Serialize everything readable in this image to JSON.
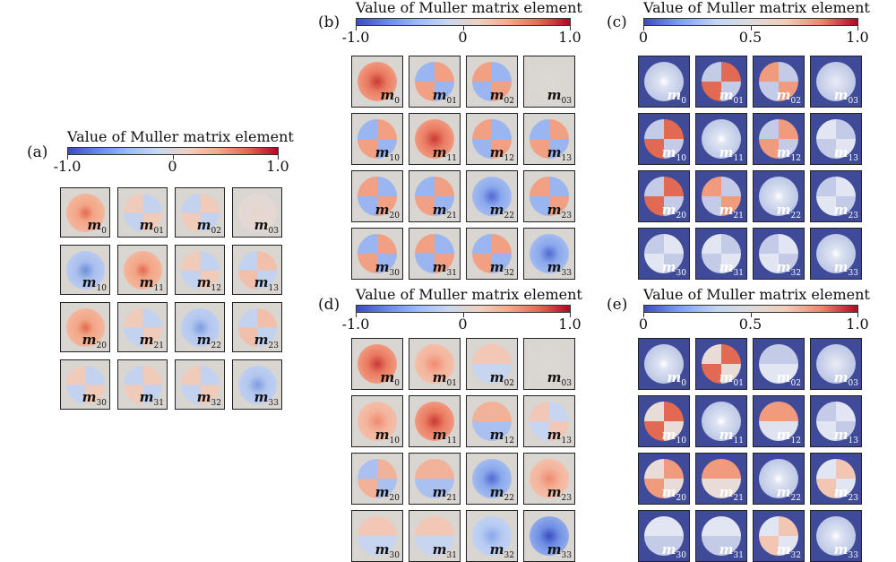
{
  "colorbar_title": "Value of Muller matrix element",
  "panels": [
    {
      "id": "a",
      "label": "(a)",
      "scale": "diverging",
      "ticks": [
        "-1.0",
        "0",
        "1.0"
      ],
      "theme": "light",
      "tiles": [
        {
          "base": "m",
          "sub": "0",
          "fill": "radial-gradient(circle,#e26952 0%,#f3a586 30%,#f4c2ad 100%)"
        },
        {
          "base": "m",
          "sub": "01",
          "fill": "conic-gradient(#c3d2ef 0 25%,#f0cbb9 0 50%,#c3d2ef 0 75%,#f0cbb9 0)"
        },
        {
          "base": "m",
          "sub": "02",
          "fill": "conic-gradient(#f0cbb9 0 25%,#c3d2ef 0 50%,#f0cbb9 0 75%,#c3d2ef 0)"
        },
        {
          "base": "m",
          "sub": "03",
          "fill": "radial-gradient(circle,#e6d6cf,#e2dad6)"
        },
        {
          "base": "m",
          "sub": "10",
          "fill": "radial-gradient(circle,#6e8fd8 0%,#a9bfee 35%,#c6d4f1 100%)"
        },
        {
          "base": "m",
          "sub": "11",
          "fill": "radial-gradient(circle,#e26952 0%,#f3a586 30%,#f4c2ad 100%)"
        },
        {
          "base": "m",
          "sub": "12",
          "fill": "conic-gradient(#c3d2ef 0 25%,#f0cbb9 0 50%,#c3d2ef 0 75%,#f0cbb9 0)"
        },
        {
          "base": "m",
          "sub": "13",
          "fill": "conic-gradient(#f2c0aa 0 25%,#c3d2ef 0 50%,#f2c0aa 0 75%,#c3d2ef 0)"
        },
        {
          "base": "m",
          "sub": "20",
          "fill": "radial-gradient(circle,#e26952 0%,#f3a586 30%,#f4c2ad 100%)"
        },
        {
          "base": "m",
          "sub": "21",
          "fill": "conic-gradient(#c3d2ef 0 25%,#f0cbb9 0 50%,#c3d2ef 0 75%,#f0cbb9 0)"
        },
        {
          "base": "m",
          "sub": "22",
          "fill": "radial-gradient(circle,#7e9de0 0%,#b2c6ef 35%,#c8d6f1 100%)"
        },
        {
          "base": "m",
          "sub": "23",
          "fill": "conic-gradient(#f2c0aa 0 25%,#c3d2ef 0 50%,#f2c0aa 0 75%,#c3d2ef 0)"
        },
        {
          "base": "m",
          "sub": "30",
          "fill": "conic-gradient(#c3d2ef 0 25%,#f0cbb9 0 50%,#c3d2ef 0 75%,#f0cbb9 0)"
        },
        {
          "base": "m",
          "sub": "31",
          "fill": "conic-gradient(#f0cbb9 0 25%,#c3d2ef 0 50%,#f0cbb9 0 75%,#c3d2ef 0)"
        },
        {
          "base": "m",
          "sub": "32",
          "fill": "conic-gradient(#c3d2ef 0 25%,#f0cbb9 0 50%,#c3d2ef 0 75%,#f0cbb9 0)"
        },
        {
          "base": "m",
          "sub": "33",
          "fill": "radial-gradient(circle,#7e9de0 0%,#b2c6ef 35%,#c8d6f1 100%)"
        }
      ]
    },
    {
      "id": "b",
      "label": "(b)",
      "scale": "diverging",
      "ticks": [
        "-1.0",
        "0",
        "1.0"
      ],
      "theme": "light",
      "tiles": [
        {
          "base": "m",
          "sub": "0",
          "fill": "radial-gradient(circle,#c83a35 0%,#ea7a60 35%,#f5b39a 100%)"
        },
        {
          "base": "m",
          "sub": "01",
          "fill": "conic-gradient(#f2a084 0 25%,#9ab5ef 0 50%,#f2a084 0 75%,#9ab5ef 0)"
        },
        {
          "base": "m",
          "sub": "02",
          "fill": "conic-gradient(#9ab5ef 0 25%,#f2a084 0 50%,#9ab5ef 0 75%,#f2a084 0)"
        },
        {
          "base": "m",
          "sub": "03",
          "fill": "radial-gradient(circle,#dcd8d4,#d9d5d0)"
        },
        {
          "base": "m",
          "sub": "10",
          "fill": "conic-gradient(#f2a084 0 25%,#9ab5ef 0 50%,#f2a084 0 75%,#9ab5ef 0)"
        },
        {
          "base": "m",
          "sub": "11",
          "fill": "radial-gradient(circle,#c83a35 0%,#ea7a60 35%,#f5b39a 100%)"
        },
        {
          "base": "m",
          "sub": "12",
          "fill": "conic-gradient(#9ab5ef 0 25%,#f2a084 0 50%,#9ab5ef 0 75%,#f2a084 0)"
        },
        {
          "base": "m",
          "sub": "13",
          "fill": "conic-gradient(#f2a084 0 25%,#9ab5ef 0 50%,#f2a084 0 75%,#9ab5ef 0)"
        },
        {
          "base": "m",
          "sub": "20",
          "fill": "conic-gradient(#9ab5ef 0 25%,#f2a084 0 50%,#9ab5ef 0 75%,#f2a084 0)"
        },
        {
          "base": "m",
          "sub": "21",
          "fill": "conic-gradient(#f2a084 0 25%,#9ab5ef 0 50%,#f2a084 0 75%,#9ab5ef 0)"
        },
        {
          "base": "m",
          "sub": "22",
          "fill": "radial-gradient(circle,#4f6bd2 0%,#8aa8ec 35%,#b7cbf2 100%)"
        },
        {
          "base": "m",
          "sub": "23",
          "fill": "conic-gradient(#9ab5ef 0 25%,#f2a084 0 50%,#9ab5ef 0 75%,#f2a084 0)"
        },
        {
          "base": "m",
          "sub": "30",
          "fill": "conic-gradient(#f2a084 0 25%,#9ab5ef 0 50%,#f2a084 0 75%,#9ab5ef 0)"
        },
        {
          "base": "m",
          "sub": "31",
          "fill": "conic-gradient(#9ab5ef 0 25%,#f2a084 0 50%,#9ab5ef 0 75%,#f2a084 0)"
        },
        {
          "base": "m",
          "sub": "32",
          "fill": "conic-gradient(#f2a084 0 25%,#9ab5ef 0 50%,#f2a084 0 75%,#9ab5ef 0)"
        },
        {
          "base": "m",
          "sub": "33",
          "fill": "radial-gradient(circle,#4f6bd2 0%,#8aa8ec 35%,#b7cbf2 100%)"
        }
      ]
    },
    {
      "id": "c",
      "label": "(c)",
      "scale": "sequential",
      "ticks": [
        "0",
        "0.5",
        "1.0"
      ],
      "theme": "dark",
      "tiles": [
        {
          "base": "m",
          "sub": "0",
          "fill": "radial-gradient(circle,#ffffff 0%,#dde3f2 20%,#a9b7dd 100%)"
        },
        {
          "base": "m",
          "sub": "01",
          "fill": "conic-gradient(#e26952 0 25%,#c4cbe6 0 50%,#e26952 0 75%,#c4cbe6 0)"
        },
        {
          "base": "m",
          "sub": "02",
          "fill": "conic-gradient(#c4cbe6 0 25%,#f09a7e 0 50%,#c4cbe6 0 75%,#f09a7e 0)"
        },
        {
          "base": "m",
          "sub": "03",
          "fill": "radial-gradient(circle,#e8ecf6 0%,#aab6dc 100%)"
        },
        {
          "base": "m",
          "sub": "10",
          "fill": "conic-gradient(#e26952 0 25%,#c4cbe6 0 50%,#e26952 0 75%,#c4cbe6 0)"
        },
        {
          "base": "m",
          "sub": "11",
          "fill": "radial-gradient(circle,#ffffff 0%,#dde3f2 20%,#a9b7dd 100%)"
        },
        {
          "base": "m",
          "sub": "12",
          "fill": "conic-gradient(#f09a7e 0 25%,#c4cbe6 0 50%,#f09a7e 0 75%,#c4cbe6 0)"
        },
        {
          "base": "m",
          "sub": "13",
          "fill": "conic-gradient(#c4cbe6 0 25%,#e2e6f2 0 50%,#c4cbe6 0 75%,#e2e6f2 0)"
        },
        {
          "base": "m",
          "sub": "20",
          "fill": "conic-gradient(#e26952 0 25%,#c4cbe6 0 50%,#e26952 0 75%,#c4cbe6 0)"
        },
        {
          "base": "m",
          "sub": "21",
          "fill": "conic-gradient(#c4cbe6 0 25%,#f09a7e 0 50%,#c4cbe6 0 75%,#f09a7e 0)"
        },
        {
          "base": "m",
          "sub": "22",
          "fill": "radial-gradient(circle,#ffffff 0%,#dde3f2 20%,#a9b7dd 100%)"
        },
        {
          "base": "m",
          "sub": "23",
          "fill": "conic-gradient(#e2e6f2 0 25%,#c4cbe6 0 50%,#e2e6f2 0 75%,#c4cbe6 0)"
        },
        {
          "base": "m",
          "sub": "30",
          "fill": "conic-gradient(#e2e6f2 0 25%,#c4cbe6 0 50%,#e2e6f2 0 75%,#c4cbe6 0)"
        },
        {
          "base": "m",
          "sub": "31",
          "fill": "conic-gradient(#c4cbe6 0 25%,#e2e6f2 0 50%,#c4cbe6 0 75%,#e2e6f2 0)"
        },
        {
          "base": "m",
          "sub": "32",
          "fill": "conic-gradient(#e2e6f2 0 25%,#c4cbe6 0 50%,#e2e6f2 0 75%,#c4cbe6 0)"
        },
        {
          "base": "m",
          "sub": "33",
          "fill": "radial-gradient(circle,#ffffff 0%,#dde3f2 20%,#a9b7dd 100%)"
        }
      ]
    },
    {
      "id": "d",
      "label": "(d)",
      "scale": "diverging",
      "ticks": [
        "-1.0",
        "0",
        "1.0"
      ],
      "theme": "light",
      "tiles": [
        {
          "base": "m",
          "sub": "0",
          "fill": "radial-gradient(circle,#c83a35 0%,#ea7a60 35%,#f5b39a 100%)"
        },
        {
          "base": "m",
          "sub": "01",
          "fill": "radial-gradient(circle,#f08c70 0%,#f4b49c 40%,#f3c9b8 100%)"
        },
        {
          "base": "m",
          "sub": "02",
          "fill": "linear-gradient(to bottom,#f3c7b5 0 50%,#c7d5f1 50% 100%)"
        },
        {
          "base": "m",
          "sub": "03",
          "fill": "radial-gradient(circle,#dcd8d4,#d9d5d0)"
        },
        {
          "base": "m",
          "sub": "10",
          "fill": "radial-gradient(circle,#f08c70 0%,#f4b49c 40%,#f3c9b8 100%)"
        },
        {
          "base": "m",
          "sub": "11",
          "fill": "radial-gradient(circle,#c83a35 0%,#ea7a60 35%,#f5b39a 100%)"
        },
        {
          "base": "m",
          "sub": "12",
          "fill": "linear-gradient(to bottom,#f2b29a 0 50%,#a9c0f0 50% 100%)"
        },
        {
          "base": "m",
          "sub": "13",
          "fill": "conic-gradient(#c7d5f1 0 25%,#f3c7b5 0 50%,#c7d5f1 0 75%,#f3c7b5 0)"
        },
        {
          "base": "m",
          "sub": "20",
          "fill": "conic-gradient(#f2b29a 0 25%,#a9c0f0 0 50%,#f2b29a 0 75%,#a9c0f0 0)"
        },
        {
          "base": "m",
          "sub": "21",
          "fill": "linear-gradient(to bottom,#f2b29a 0 50%,#a9c0f0 50% 100%)"
        },
        {
          "base": "m",
          "sub": "22",
          "fill": "radial-gradient(circle,#4f6bd2 0%,#8aa8ec 35%,#b7cbf2 100%)"
        },
        {
          "base": "m",
          "sub": "23",
          "fill": "radial-gradient(circle,#f08c70 0%,#f4b49c 40%,#f3c9b8 100%)"
        },
        {
          "base": "m",
          "sub": "30",
          "fill": "linear-gradient(to bottom,#f3c7b5 0 50%,#c7d5f1 50% 100%)"
        },
        {
          "base": "m",
          "sub": "31",
          "fill": "linear-gradient(to bottom,#f3c7b5 0 50%,#c7d5f1 50% 100%)"
        },
        {
          "base": "m",
          "sub": "32",
          "fill": "radial-gradient(circle,#8aa8ec 0%,#b7cbf2 40%,#cad7f1 100%)"
        },
        {
          "base": "m",
          "sub": "33",
          "fill": "radial-gradient(circle,#3b4cc0 0%,#6f8fe3 35%,#a9c0f0 100%)"
        }
      ]
    },
    {
      "id": "e",
      "label": "(e)",
      "scale": "sequential",
      "ticks": [
        "0",
        "0.5",
        "1.0"
      ],
      "theme": "dark",
      "tiles": [
        {
          "base": "m",
          "sub": "0",
          "fill": "radial-gradient(circle,#ffffff 0%,#dde3f2 20%,#a9b7dd 100%)"
        },
        {
          "base": "m",
          "sub": "01",
          "fill": "conic-gradient(#e26952 0 25%,#e9dcd6 0 50%,#e26952 0 75%,#e9dcd6 0)"
        },
        {
          "base": "m",
          "sub": "02",
          "fill": "linear-gradient(to bottom,#c4cbe6 0 50%,#e2e6f2 50% 100%)"
        },
        {
          "base": "m",
          "sub": "03",
          "fill": "radial-gradient(circle,#e8ecf6 0%,#aab6dc 100%)"
        },
        {
          "base": "m",
          "sub": "10",
          "fill": "conic-gradient(#e26952 0 25%,#e9dcd6 0 50%,#e26952 0 75%,#e9dcd6 0)"
        },
        {
          "base": "m",
          "sub": "11",
          "fill": "radial-gradient(circle,#ffffff 0%,#dde3f2 20%,#a9b7dd 100%)"
        },
        {
          "base": "m",
          "sub": "12",
          "fill": "linear-gradient(to bottom,#f09a7e 0 50%,#dfe3f0 50% 100%)"
        },
        {
          "base": "m",
          "sub": "13",
          "fill": "conic-gradient(#e2e6f2 0 25%,#c4cbe6 0 50%,#e2e6f2 0 75%,#c4cbe6 0)"
        },
        {
          "base": "m",
          "sub": "20",
          "fill": "conic-gradient(#f09a7e 0 25%,#e9dcd6 0 50%,#f09a7e 0 75%,#e9dcd6 0)"
        },
        {
          "base": "m",
          "sub": "21",
          "fill": "linear-gradient(to bottom,#f09a7e 0 50%,#e9dcd6 50% 100%)"
        },
        {
          "base": "m",
          "sub": "22",
          "fill": "radial-gradient(circle,#ffffff 0%,#dde3f2 20%,#a9b7dd 100%)"
        },
        {
          "base": "m",
          "sub": "23",
          "fill": "conic-gradient(#f3c5b3 0 25%,#e2e6f2 0 50%,#f3c5b3 0 75%,#e2e6f2 0)"
        },
        {
          "base": "m",
          "sub": "30",
          "fill": "linear-gradient(to bottom,#e2e6f2 0 50%,#c4cbe6 50% 100%)"
        },
        {
          "base": "m",
          "sub": "31",
          "fill": "linear-gradient(to bottom,#e2e6f2 0 50%,#c4cbe6 50% 100%)"
        },
        {
          "base": "m",
          "sub": "32",
          "fill": "conic-gradient(#f3c5b3 0 25%,#e2e6f2 0 50%,#f3c5b3 0 75%,#e2e6f2 0)"
        },
        {
          "base": "m",
          "sub": "33",
          "fill": "radial-gradient(circle,#ffffff 0%,#dde3f2 20%,#a9b7dd 100%)"
        }
      ]
    }
  ]
}
